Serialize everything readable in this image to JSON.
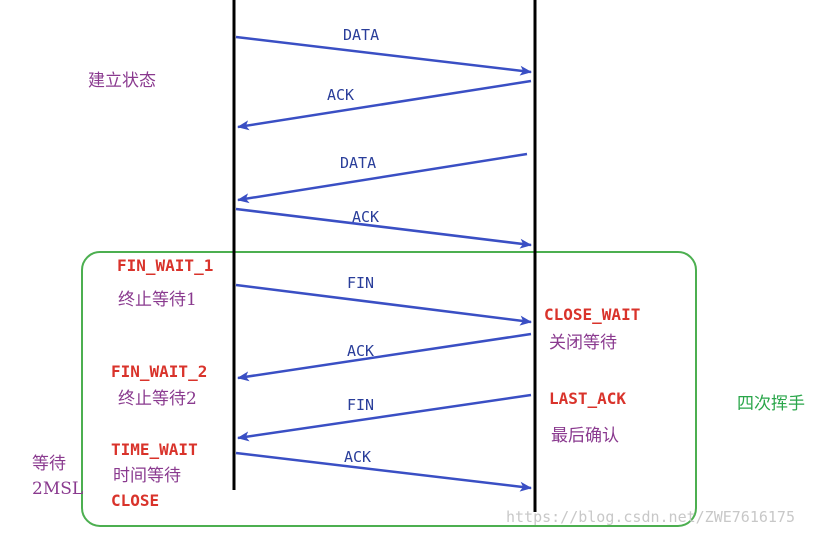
{
  "colors": {
    "arrow": "#3a4fc4",
    "arrow_label": "#2a3e9a",
    "state_red": "#d9332b",
    "state_purple": "#8a3a8f",
    "box_green": "#4caf50",
    "timeline": "#000000",
    "watermark": "#c8c8c8"
  },
  "arrows": [
    {
      "label": "DATA",
      "direction": "right"
    },
    {
      "label": "ACK",
      "direction": "left"
    },
    {
      "label": "DATA",
      "direction": "left"
    },
    {
      "label": "ACK",
      "direction": "right"
    },
    {
      "label": "FIN",
      "direction": "right"
    },
    {
      "label": "ACK",
      "direction": "left"
    },
    {
      "label": "FIN",
      "direction": "left"
    },
    {
      "label": "ACK",
      "direction": "right"
    }
  ],
  "left_states": {
    "fin_wait_1": "FIN_WAIT_1",
    "fin_wait_1_cn": "终止等待1",
    "fin_wait_2": "FIN_WAIT_2",
    "fin_wait_2_cn": "终止等待2",
    "time_wait": "TIME_WAIT",
    "time_wait_cn": "时间等待",
    "close": "CLOSE"
  },
  "right_states": {
    "close_wait": "CLOSE_WAIT",
    "close_wait_cn": "关闭等待",
    "last_ack": "LAST_ACK",
    "last_ack_cn": "最后确认"
  },
  "side_labels": {
    "established": "建立状态",
    "wait_line1": "等待",
    "wait_line2": "2MSL",
    "four_way": "四次挥手"
  },
  "watermark": "https://blog.csdn.net/ZWE7616175"
}
